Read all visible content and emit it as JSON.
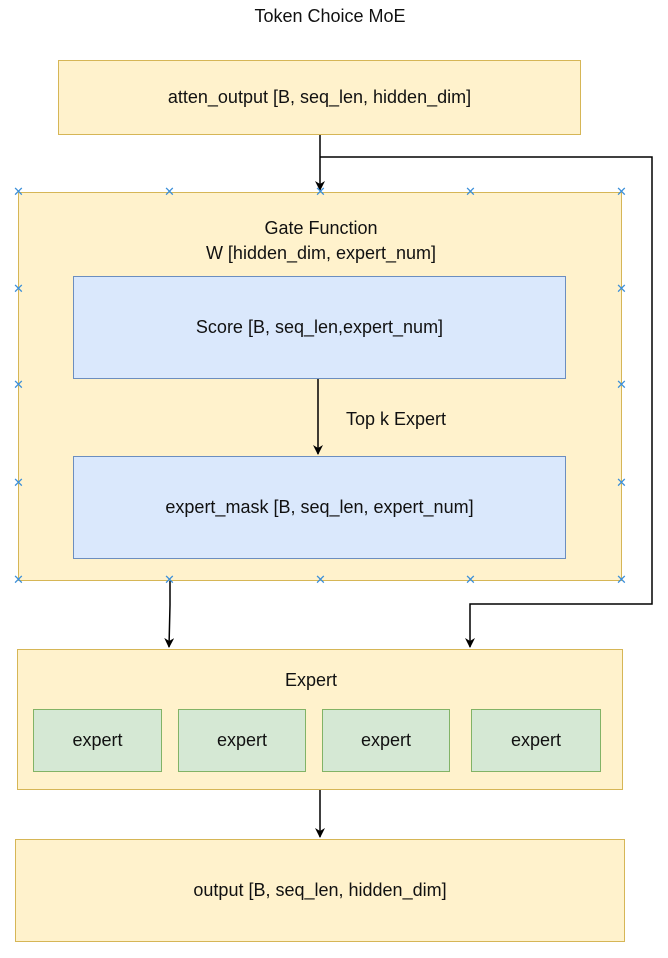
{
  "diagram": {
    "title": "Token Choice MoE",
    "input_box": {
      "label": "atten_output [B, seq_len, hidden_dim]"
    },
    "gate": {
      "title_line1": "Gate Function",
      "title_line2": "W [hidden_dim, expert_num]",
      "score_box": {
        "label": "Score [B, seq_len,expert_num]"
      },
      "edge_label": "Top k Expert",
      "mask_box": {
        "label": "expert_mask [B, seq_len, expert_num]"
      }
    },
    "expert_group": {
      "title": "Expert",
      "experts": [
        {
          "label": "expert"
        },
        {
          "label": "expert"
        },
        {
          "label": "expert"
        },
        {
          "label": "expert"
        }
      ]
    },
    "output_box": {
      "label": "output [B, seq_len, hidden_dim]"
    }
  },
  "colors": {
    "yellow_fill": "#fff2cc",
    "yellow_stroke": "#d6b656",
    "blue_fill": "#dae8fc",
    "blue_stroke": "#6c8ebf",
    "green_fill": "#d5e8d4",
    "green_stroke": "#82b366",
    "selection_handle": "#3b8fd9"
  }
}
